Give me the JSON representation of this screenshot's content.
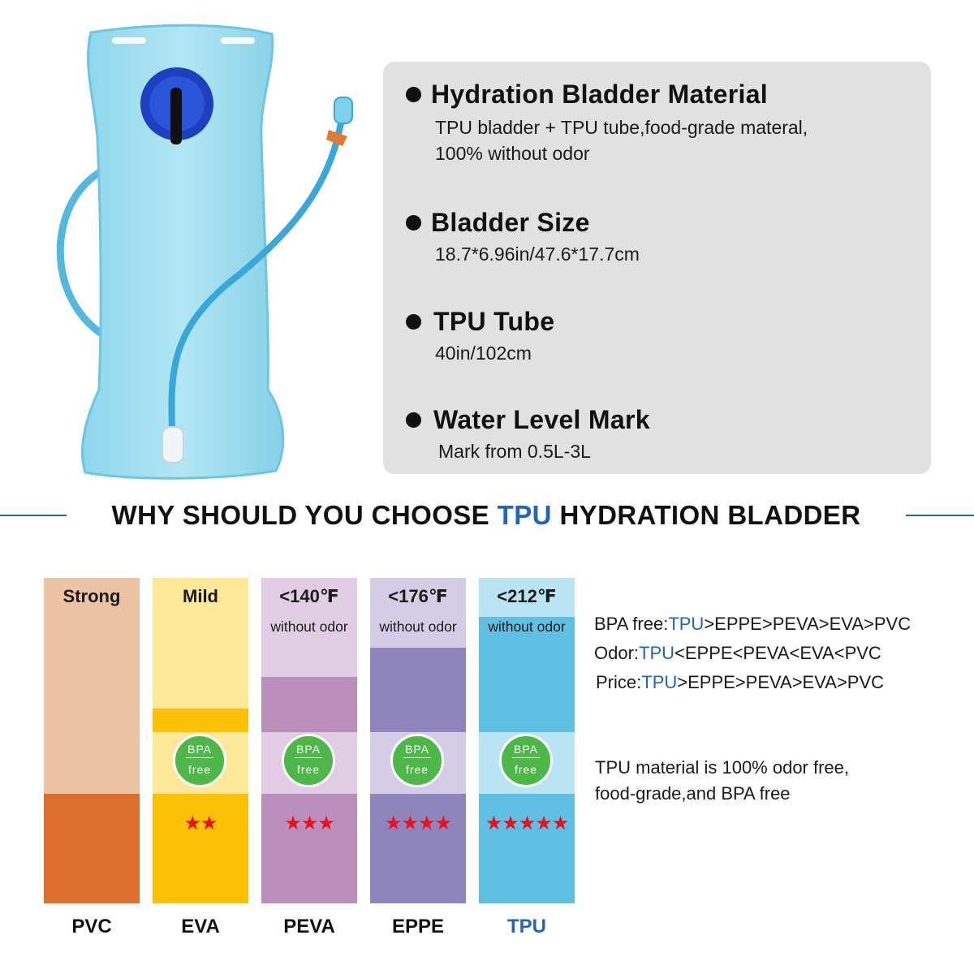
{
  "specs": [
    {
      "title": "Hydration Bladder Material",
      "lines": [
        "TPU bladder + TPU tube,food-grade materal,",
        "100% without odor"
      ]
    },
    {
      "title": "Bladder Size",
      "lines": [
        "18.7*6.96in/47.6*17.7cm"
      ]
    },
    {
      "title": "TPU Tube",
      "lines": [
        "40in/102cm"
      ]
    },
    {
      "title": "Water Level Mark",
      "lines": [
        "Mark from 0.5L-3L"
      ]
    }
  ],
  "section": {
    "before": "WHY SHOULD YOU CHOOSE ",
    "highlight": "TPU",
    "after": " HYDRATION BLADDER"
  },
  "materials": [
    {
      "name": "PVC",
      "top_label": "Strong",
      "sub_label": "",
      "bpa_free": false,
      "stars": "",
      "stars_count": 0
    },
    {
      "name": "EVA",
      "top_label": "Mild",
      "sub_label": "",
      "bpa_free": true,
      "stars": "★★",
      "stars_count": 2
    },
    {
      "name": "PEVA",
      "top_label": "<140℉",
      "sub_label": "without odor",
      "bpa_free": true,
      "stars": "★★★",
      "stars_count": 3
    },
    {
      "name": "EPPE",
      "top_label": "<176℉",
      "sub_label": "without odor",
      "bpa_free": true,
      "stars": "★★★★",
      "stars_count": 4
    },
    {
      "name": "TPU",
      "top_label": "<212℉",
      "sub_label": "without odor",
      "bpa_free": true,
      "stars": "★★★★★",
      "stars_count": 5
    }
  ],
  "badge": {
    "line1": "BPA",
    "line2": "free"
  },
  "comparisons": [
    {
      "label": "BPA free:",
      "highlight": "TPU",
      "rest": ">EPPE>PEVA>EVA>PVC"
    },
    {
      "label": "Odor:",
      "highlight": "TPU",
      "rest": "<EPPE<PEVA<EVA<PVC"
    },
    {
      "label": "Price:",
      "highlight": "TPU",
      "rest": ">EPPE>PEVA>EVA>PVC"
    }
  ],
  "summary": [
    "TPU material is 100% odor free,",
    "food-grade,and BPA free"
  ],
  "colors": {
    "accent_blue": "#1f64bd",
    "card_bg": "#e1e1e1",
    "star_red": "#e8121e",
    "badge_green": "#4db847"
  }
}
